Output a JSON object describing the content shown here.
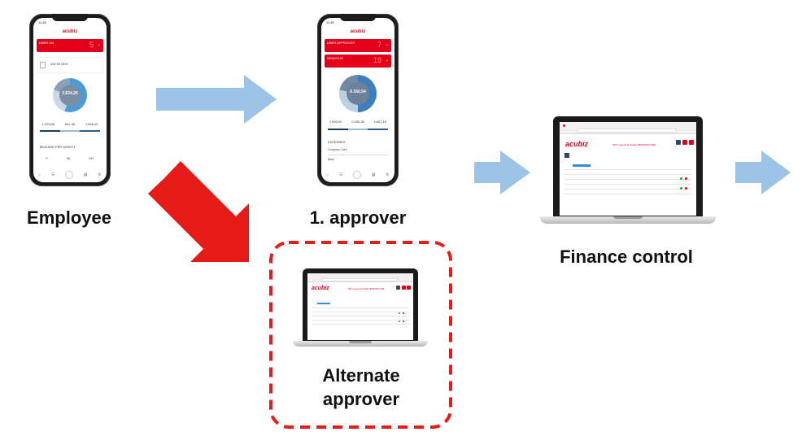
{
  "labels": {
    "employee": "Employee",
    "approver1": "1. approver",
    "finance": "Finance control",
    "alternate_line1": "Alternate",
    "alternate_line2": "approver"
  },
  "phone_employee": {
    "status_time": "11:46",
    "logo": "acubiz",
    "banner_title": "USER ON",
    "banner_count": "5",
    "expense_amount": "490,00 DKK",
    "donut_value": "3.634,26",
    "stats": [
      "1.223,56",
      "841,36",
      "1.668,42"
    ],
    "section": "MILEAGE PER MONTH",
    "mileage": [
      "0",
      "36",
      "147"
    ]
  },
  "phone_approver": {
    "status_time": "11:46",
    "logo": "acubiz",
    "banner_title": "USER APPROVER",
    "banner_count": "7",
    "banner2_title": "SENDOUR",
    "banner2_count": "19",
    "donut_value": "6.160,54",
    "stats": [
      "1.500,00",
      "2.000,38",
      "3.657,16"
    ],
    "section": "EXPENSES",
    "rows": [
      "Company Card",
      "Bank"
    ]
  },
  "laptop_finance": {
    "logo": "acubiz",
    "header_text": "PRO support & Global TEMPORATURE"
  },
  "laptop_alternate": {
    "logo": "acubiz",
    "header_text": "PRO support & Global TEMPORATURE"
  },
  "colors": {
    "arrow_blue": "#9dc3e6",
    "arrow_red": "#e41b17",
    "dashed_border": "#e41b17",
    "brand_red": "#e2001a"
  }
}
